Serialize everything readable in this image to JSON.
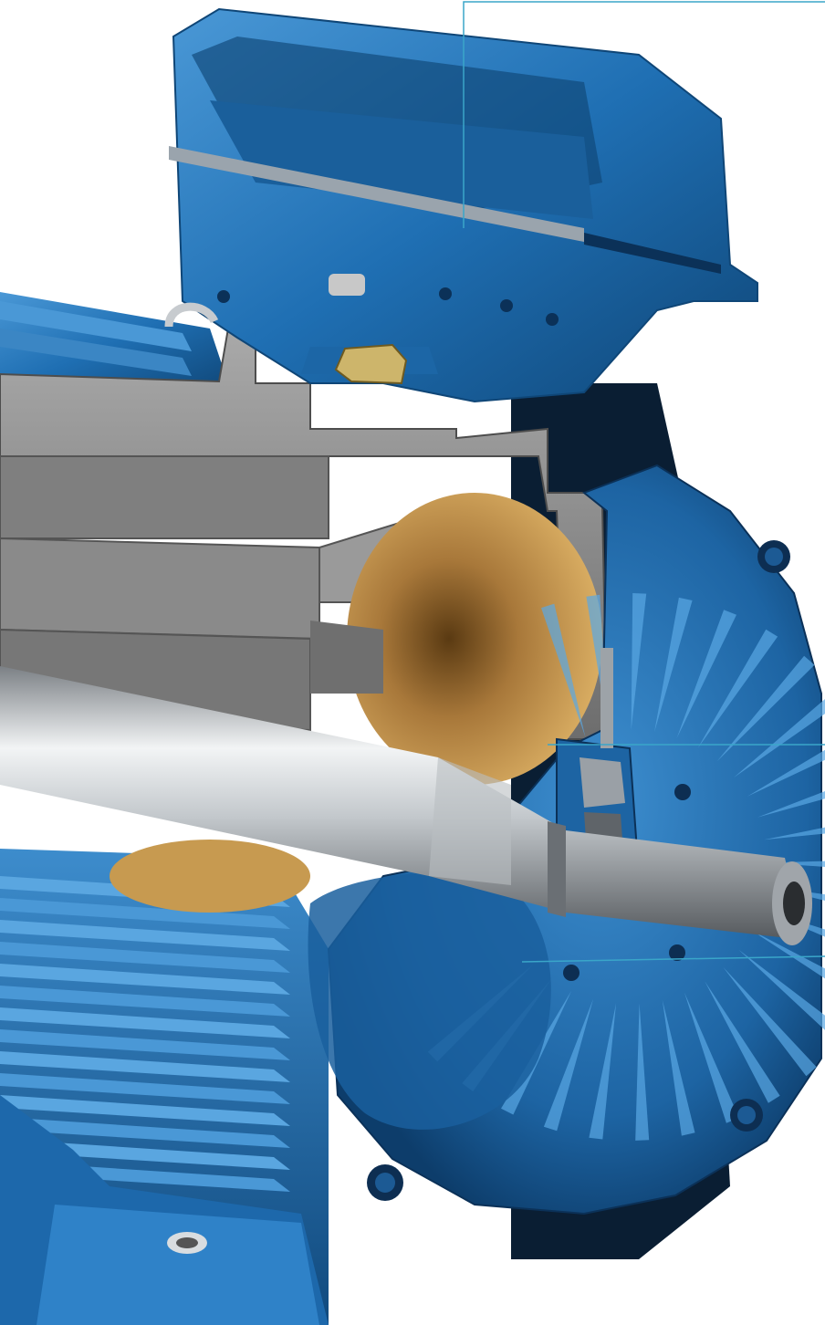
{
  "figure": {
    "subject": "motor-cutaway",
    "callouts": [
      {
        "id": "terminal-box",
        "label": ""
      },
      {
        "id": "bearing",
        "label": ""
      },
      {
        "id": "endshield",
        "label": ""
      }
    ]
  },
  "colors": {
    "background": "#ffffff",
    "housing_blue": "#1f6fb3",
    "housing_blue_dark": "#0f4677",
    "housing_blue_light": "#4a98d6",
    "section_gray": "#8e8e8e",
    "section_gray_dark": "#5d5d5d",
    "bronze": "#c0914a",
    "steel": "#cfd3d6",
    "callout_line": "#3aa6c9"
  }
}
